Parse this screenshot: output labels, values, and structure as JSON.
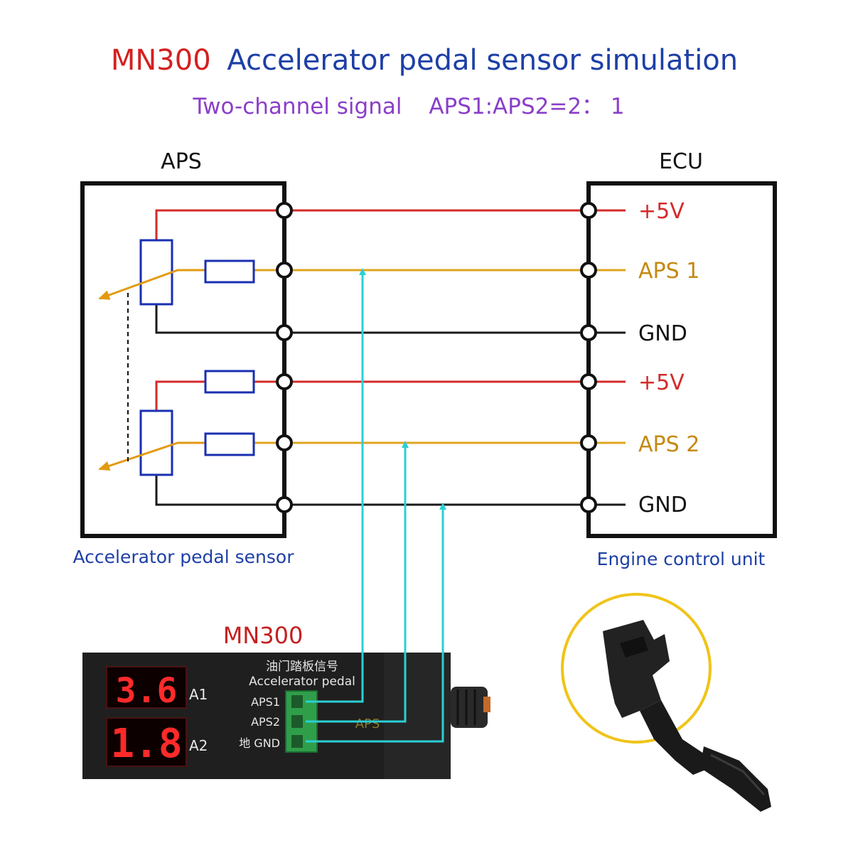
{
  "title": {
    "model": "MN300",
    "rest": "Accelerator pedal sensor simulation"
  },
  "subtitle": {
    "signal": "Two-channel signal",
    "ratio": "APS1:APS2=2： 1"
  },
  "aps_box": {
    "heading": "APS",
    "caption": "Accelerator pedal sensor"
  },
  "ecu_box": {
    "heading": "ECU",
    "caption": "Engine control unit",
    "pins": [
      "+5V",
      "APS 1",
      "GND",
      "+5V",
      "APS 2",
      "GND"
    ]
  },
  "device": {
    "name": "MN300",
    "label_cn": "油门踏板信号",
    "label_en": "Accelerator pedal",
    "display_a1": "3.6",
    "display_a2": "1.8",
    "channel_a1": "A1",
    "channel_a2": "A2",
    "terminals": [
      "APS1",
      "APS2",
      "地 GND"
    ],
    "panel_mark": "APS"
  },
  "colors": {
    "title_model": "#d42020",
    "title_text": "#1d3fa6",
    "subtitle": "#8a3fc9",
    "wire_5v": "#d42a2a",
    "wire_signal": "#e0a41e",
    "wire_gnd": "#1a1a1a",
    "tap": "#2ad0d6",
    "resistor": "#1a2fb0",
    "wiper": "#e39a10",
    "caption": "#1d3fa6",
    "device_name": "#c42020",
    "led": "#ff2a2a",
    "pedal_ring": "#f0c419"
  },
  "icons": [
    "potentiometer-icon",
    "resistor-icon",
    "terminal-icon",
    "led-display-icon",
    "knob-icon",
    "pedal-icon"
  ]
}
